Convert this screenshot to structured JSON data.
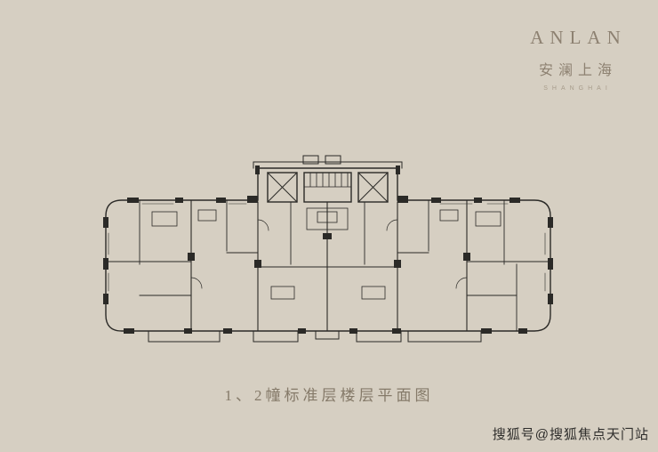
{
  "page": {
    "background_color": "#d6cfc2"
  },
  "logo": {
    "name_en": "ANLAN",
    "name_cn": "安澜上海",
    "tagline": "SHANGHAI",
    "color": "#8d8171"
  },
  "floorplan": {
    "caption": "1、2幢标准层楼层平面图",
    "line_color": "#2b2a27"
  },
  "watermark": {
    "text": "搜狐号@搜狐焦点天门站",
    "color": "#2f2e2c"
  }
}
